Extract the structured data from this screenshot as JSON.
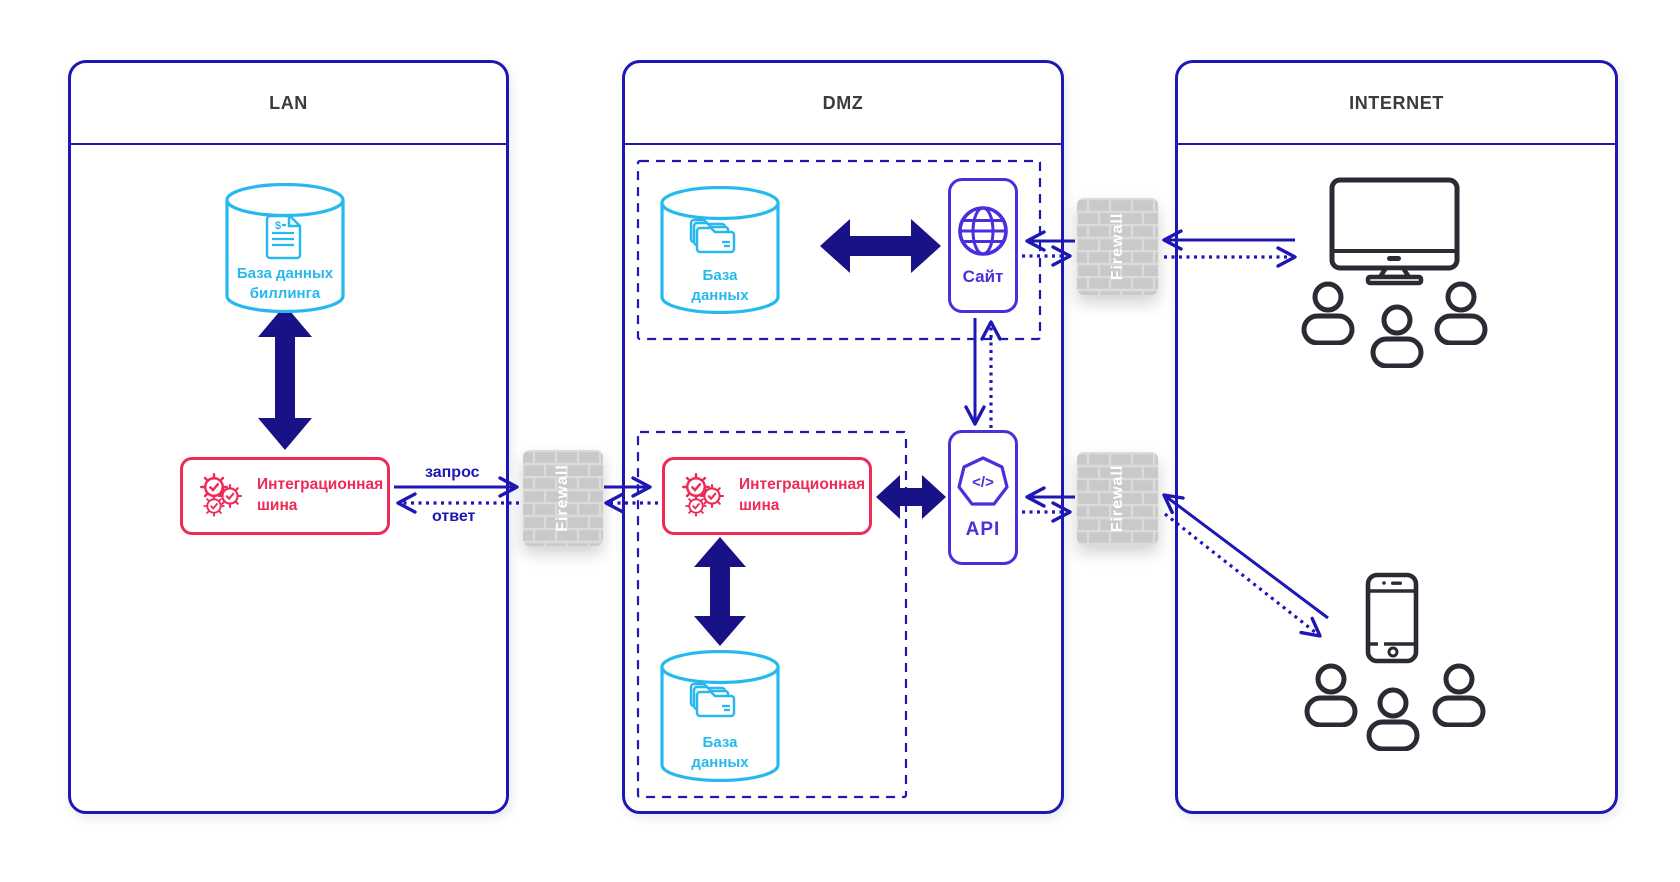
{
  "diagram": {
    "zones": {
      "lan": {
        "title": "LAN"
      },
      "dmz": {
        "title": "DMZ"
      },
      "internet": {
        "title": "INTERNET"
      }
    },
    "nodes": {
      "billing_db": {
        "line1": "База данных",
        "line2": "биллинга"
      },
      "lan_bus": {
        "line1": "Интеграционная",
        "line2": "шина"
      },
      "dmz_db_top": {
        "line1": "База",
        "line2": "данных"
      },
      "site": {
        "label": "Сайт"
      },
      "dmz_bus": {
        "line1": "Интеграционная",
        "line2": "шина"
      },
      "api": {
        "label": "API"
      },
      "dmz_db_bottom": {
        "line1": "База",
        "line2": "данных"
      }
    },
    "firewall": {
      "label": "Firewall"
    },
    "edges": {
      "request": "запрос",
      "response": "ответ"
    },
    "icon_glyphs": {
      "code": "</>",
      "dollar": "$"
    },
    "icons": [
      "billing-invoice-icon",
      "folders-icon",
      "gears-icon",
      "globe-icon",
      "code-badge-icon",
      "firewall-bricks",
      "desktop-monitor-icon",
      "smartphone-icon",
      "user-icon"
    ],
    "colors": {
      "navy_line": "#1e17b4",
      "thick_arrow": "#191286",
      "cyan": "#27b9ee",
      "red": "#ee2a57",
      "purple": "#4a2fdb",
      "firewall_gray": "#c9c9c9",
      "dark_icon": "#2b2b33",
      "title_text": "#3b3b3f"
    }
  }
}
